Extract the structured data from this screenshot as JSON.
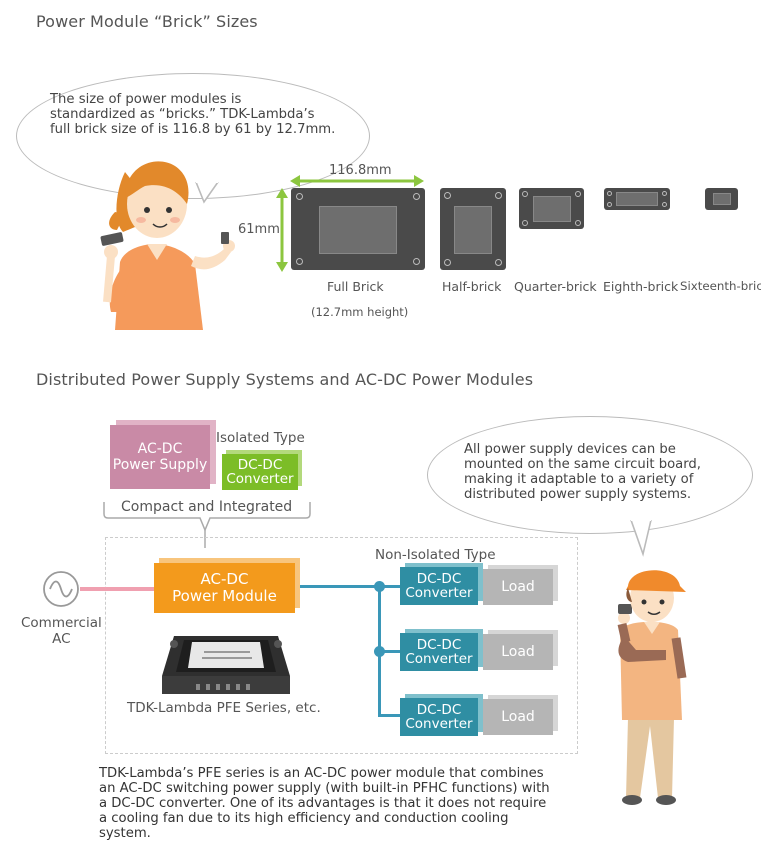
{
  "section1": {
    "title": "Power Module “Brick” Sizes",
    "bubble_lines": [
      "The size of power modules is",
      "standardized as “bricks.” TDK-Lambda’s",
      "full brick size of is 116.8 by 61 by 12.7mm."
    ],
    "dim_width": "116.8mm",
    "dim_height": "61mm",
    "bricks": {
      "full": "Full Brick",
      "full_note": "(12.7mm height)",
      "half": "Half-brick",
      "quarter": "Quarter-brick",
      "eighth": "Eighth-brick",
      "sixteenth": "Sixteenth-brick"
    }
  },
  "section2": {
    "title": "Distributed Power Supply Systems and AC-DC Power Modules",
    "acdc_supply": [
      "AC-DC",
      "Power Supply"
    ],
    "isolated_type": "Isolated Type",
    "dcdc_converter": [
      "DC-DC",
      "Converter"
    ],
    "compact_label": "Compact and Integrated",
    "bubble_lines": [
      "All power supply devices can be",
      "mounted on the same circuit board,",
      "making it adaptable to a variety of",
      "distributed power supply systems."
    ],
    "non_isolated_type": "Non-Isolated Type",
    "acdc_module": [
      "AC-DC",
      "Power Module"
    ],
    "commercial_ac": [
      "Commercial",
      "AC"
    ],
    "pfe_caption": "TDK-Lambda PFE Series, etc.",
    "load_label": "Load",
    "paragraph_lines": [
      "TDK-Lambda’s PFE series is an AC-DC power module that combines",
      "an AC-DC switching power supply (with built-in PFHC functions) with",
      "a DC-DC converter. One of its advantages is that it does not require",
      "a cooling fan due to its high efficiency and conduction cooling",
      "system."
    ]
  },
  "colors": {
    "dim_arrow": "#8cc63f",
    "acdc_supply": "#c98aa6",
    "dcdc_green": "#7cbd27",
    "acdc_module": "#f39a1c",
    "dcdc_teal": "#2f8ea3",
    "line_blue": "#3a97b8",
    "ac_line_pink": "#f0a0b0",
    "load_gray": "#b5b5b5"
  }
}
